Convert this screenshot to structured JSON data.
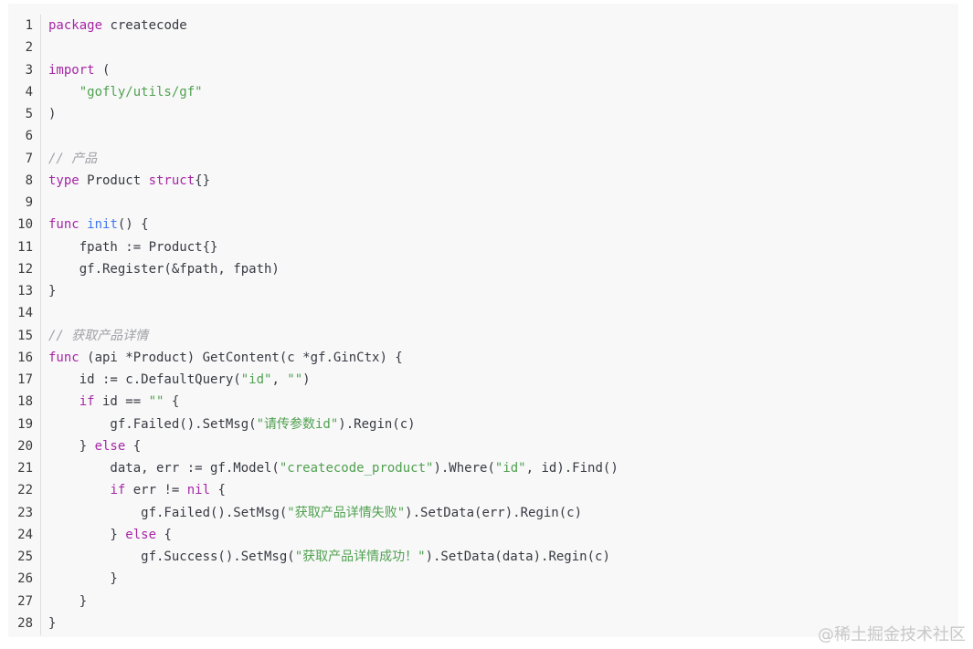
{
  "colors": {
    "background": "#f8f8f9",
    "keyword": "#a626a4",
    "string": "#50a14f",
    "comment": "#a0a1a7",
    "function": "#4078f2",
    "plain": "#383a42",
    "line_number": "#3b3b3b",
    "watermark": "#c8c8c8"
  },
  "code": {
    "lines": [
      {
        "number": "1",
        "tokens": [
          {
            "t": "kw",
            "v": "package"
          },
          {
            "t": "plain",
            "v": " createcode"
          }
        ]
      },
      {
        "number": "2",
        "tokens": []
      },
      {
        "number": "3",
        "tokens": [
          {
            "t": "kw",
            "v": "import"
          },
          {
            "t": "plain",
            "v": " ("
          }
        ]
      },
      {
        "number": "4",
        "tokens": [
          {
            "t": "plain",
            "v": "    "
          },
          {
            "t": "str",
            "v": "\"gofly/utils/gf\""
          }
        ]
      },
      {
        "number": "5",
        "tokens": [
          {
            "t": "plain",
            "v": ")"
          }
        ]
      },
      {
        "number": "6",
        "tokens": []
      },
      {
        "number": "7",
        "tokens": [
          {
            "t": "comment",
            "v": "// 产品"
          }
        ]
      },
      {
        "number": "8",
        "tokens": [
          {
            "t": "kw",
            "v": "type"
          },
          {
            "t": "plain",
            "v": " Product "
          },
          {
            "t": "kw",
            "v": "struct"
          },
          {
            "t": "plain",
            "v": "{}"
          }
        ]
      },
      {
        "number": "9",
        "tokens": []
      },
      {
        "number": "10",
        "tokens": [
          {
            "t": "kw",
            "v": "func"
          },
          {
            "t": "plain",
            "v": " "
          },
          {
            "t": "fn",
            "v": "init"
          },
          {
            "t": "plain",
            "v": "() {"
          }
        ]
      },
      {
        "number": "11",
        "tokens": [
          {
            "t": "plain",
            "v": "    fpath := Product{}"
          }
        ]
      },
      {
        "number": "12",
        "tokens": [
          {
            "t": "plain",
            "v": "    gf.Register(&fpath, fpath)"
          }
        ]
      },
      {
        "number": "13",
        "tokens": [
          {
            "t": "plain",
            "v": "}"
          }
        ]
      },
      {
        "number": "14",
        "tokens": []
      },
      {
        "number": "15",
        "tokens": [
          {
            "t": "comment",
            "v": "// 获取产品详情"
          }
        ]
      },
      {
        "number": "16",
        "tokens": [
          {
            "t": "kw",
            "v": "func"
          },
          {
            "t": "plain",
            "v": " (api *Product) GetContent(c *gf.GinCtx) {"
          }
        ]
      },
      {
        "number": "17",
        "tokens": [
          {
            "t": "plain",
            "v": "    id := c.DefaultQuery("
          },
          {
            "t": "str",
            "v": "\"id\""
          },
          {
            "t": "plain",
            "v": ", "
          },
          {
            "t": "str",
            "v": "\"\""
          },
          {
            "t": "plain",
            "v": ")"
          }
        ]
      },
      {
        "number": "18",
        "tokens": [
          {
            "t": "plain",
            "v": "    "
          },
          {
            "t": "kw",
            "v": "if"
          },
          {
            "t": "plain",
            "v": " id == "
          },
          {
            "t": "str",
            "v": "\"\""
          },
          {
            "t": "plain",
            "v": " {"
          }
        ]
      },
      {
        "number": "19",
        "tokens": [
          {
            "t": "plain",
            "v": "        gf.Failed().SetMsg("
          },
          {
            "t": "str",
            "v": "\"请传参数id\""
          },
          {
            "t": "plain",
            "v": ").Regin(c)"
          }
        ]
      },
      {
        "number": "20",
        "tokens": [
          {
            "t": "plain",
            "v": "    } "
          },
          {
            "t": "kw",
            "v": "else"
          },
          {
            "t": "plain",
            "v": " {"
          }
        ]
      },
      {
        "number": "21",
        "tokens": [
          {
            "t": "plain",
            "v": "        data, err := gf.Model("
          },
          {
            "t": "str",
            "v": "\"createcode_product\""
          },
          {
            "t": "plain",
            "v": ").Where("
          },
          {
            "t": "str",
            "v": "\"id\""
          },
          {
            "t": "plain",
            "v": ", id).Find()"
          }
        ]
      },
      {
        "number": "22",
        "tokens": [
          {
            "t": "plain",
            "v": "        "
          },
          {
            "t": "kw",
            "v": "if"
          },
          {
            "t": "plain",
            "v": " err != "
          },
          {
            "t": "kw",
            "v": "nil"
          },
          {
            "t": "plain",
            "v": " {"
          }
        ]
      },
      {
        "number": "23",
        "tokens": [
          {
            "t": "plain",
            "v": "            gf.Failed().SetMsg("
          },
          {
            "t": "str",
            "v": "\"获取产品详情失败\""
          },
          {
            "t": "plain",
            "v": ").SetData(err).Regin(c)"
          }
        ]
      },
      {
        "number": "24",
        "tokens": [
          {
            "t": "plain",
            "v": "        } "
          },
          {
            "t": "kw",
            "v": "else"
          },
          {
            "t": "plain",
            "v": " {"
          }
        ]
      },
      {
        "number": "25",
        "tokens": [
          {
            "t": "plain",
            "v": "            gf.Success().SetMsg("
          },
          {
            "t": "str",
            "v": "\"获取产品详情成功！\""
          },
          {
            "t": "plain",
            "v": ").SetData(data).Regin(c)"
          }
        ]
      },
      {
        "number": "26",
        "tokens": [
          {
            "t": "plain",
            "v": "        }"
          }
        ]
      },
      {
        "number": "27",
        "tokens": [
          {
            "t": "plain",
            "v": "    }"
          }
        ]
      },
      {
        "number": "28",
        "tokens": [
          {
            "t": "plain",
            "v": "}"
          }
        ]
      }
    ]
  },
  "watermark": {
    "text": "@稀土掘金技术社区"
  }
}
